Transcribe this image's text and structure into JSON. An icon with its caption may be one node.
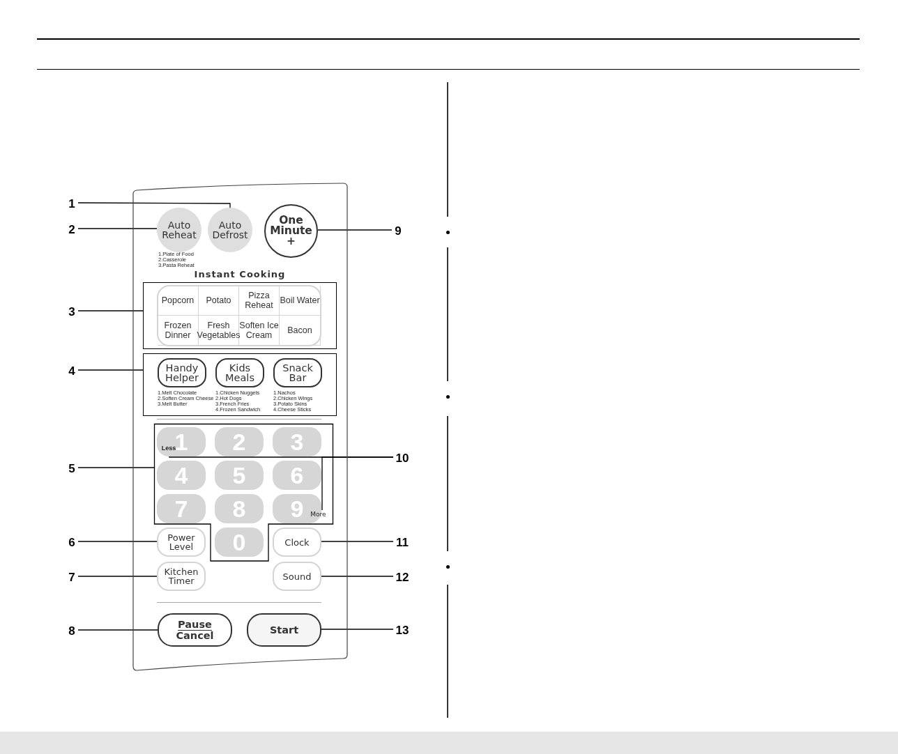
{
  "diagram": {
    "nodes": [
      {
        "text": [],
        "shape": "box"
      },
      {
        "text": [
          "Auto Reheat"
        ],
        "in": 0,
        "beside": [
          "1.Plate of Food",
          "2.Casserole",
          "3.Pasta Reheat"
        ]
      },
      {
        "text": [
          "Auto Defrost"
        ],
        "in": 0
      },
      {
        "text": [
          "One Minute",
          "+"
        ],
        "in": 0
      },
      {
        "text": [
          "Instant Cooking"
        ],
        "in": 0
      },
      {
        "text": [
          "Popcorn"
        ],
        "in": 4
      },
      {
        "text": [
          "Potato"
        ],
        "in": 4
      },
      {
        "text": [
          "Pizza Reheat"
        ],
        "in": 4
      },
      {
        "text": [
          "Boil Water"
        ],
        "in": 4
      },
      {
        "text": [
          "Frozen Dinner"
        ],
        "in": 4
      },
      {
        "text": [
          "Fresh Vegetables"
        ],
        "in": 4
      },
      {
        "text": [
          "Soften Ice Cream"
        ],
        "in": 4
      },
      {
        "text": [
          "Bacon"
        ],
        "in": 4
      },
      {
        "text": [],
        "shape": "box",
        "in": 0
      },
      {
        "text": [
          "Handy Helper"
        ],
        "in": 13,
        "beside": [
          "1.Melt Chocolate",
          "2.Soften Cream Cheese",
          "3.Melt Butter"
        ]
      },
      {
        "text": [
          "Kids Meals"
        ],
        "in": 13,
        "beside": [
          "1.Chicken Nuggets",
          "2.Hot Dogs",
          "3.French Fries",
          "4.Frozen Sandwich"
        ]
      },
      {
        "text": [
          "Snack Bar"
        ],
        "in": 13,
        "beside": [
          "1.Nachos",
          "2.Chicken Wings",
          "3.Potato Skins",
          "4.Cheese Sticks"
        ]
      },
      {
        "text": [],
        "shape": "box",
        "in": 0
      },
      {
        "text": [
          "1"
        ],
        "in": 17
      },
      {
        "text": [
          "2"
        ],
        "in": 17
      },
      {
        "text": [
          "3"
        ],
        "in": 17
      },
      {
        "text": [
          "4"
        ],
        "in": 17
      },
      {
        "text": [
          "5"
        ],
        "in": 17
      },
      {
        "text": [
          "6"
        ],
        "in": 17
      },
      {
        "text": [
          "7"
        ],
        "in": 17
      },
      {
        "text": [
          "8"
        ],
        "in": 17
      },
      {
        "text": [
          "9"
        ],
        "in": 17
      },
      {
        "text": [
          "0"
        ],
        "in": 17
      },
      {
        "text": [
          "Less"
        ],
        "in": 18
      },
      {
        "text": [
          "More"
        ],
        "in": 17
      },
      {
        "text": [
          "Power Level"
        ],
        "in": 0
      },
      {
        "text": [
          "Clock"
        ],
        "in": 0
      },
      {
        "text": [
          "Kitchen Timer"
        ],
        "in": 0
      },
      {
        "text": [
          "Sound"
        ],
        "in": 0
      },
      {
        "text": [
          "Pause",
          "Cancel"
        ],
        "in": 0
      },
      {
        "text": [
          "Start"
        ],
        "in": 0
      },
      {
        "text": [
          "1"
        ]
      },
      {
        "text": [
          "2"
        ]
      },
      {
        "text": [
          "3"
        ]
      },
      {
        "text": [
          "4"
        ]
      },
      {
        "text": [
          "5"
        ]
      },
      {
        "text": [
          "6"
        ]
      },
      {
        "text": [
          "7"
        ]
      },
      {
        "text": [
          "8"
        ]
      },
      {
        "text": [
          "9"
        ]
      },
      {
        "text": [
          "10"
        ]
      },
      {
        "text": [
          "11"
        ]
      },
      {
        "text": [
          "12"
        ]
      },
      {
        "text": [
          "13"
        ]
      }
    ],
    "edges": [
      {
        "from": 36,
        "to": 2,
        "arrow": "none"
      },
      {
        "from": 37,
        "to": 1,
        "arrow": "none"
      },
      {
        "from": 38,
        "to": 4,
        "arrow": "none"
      },
      {
        "from": 39,
        "to": 13,
        "arrow": "none"
      },
      {
        "from": 40,
        "to": 17,
        "arrow": "none"
      },
      {
        "from": 41,
        "to": 30,
        "arrow": "none"
      },
      {
        "from": 42,
        "to": 32,
        "arrow": "none"
      },
      {
        "from": 43,
        "to": 34,
        "arrow": "none"
      },
      {
        "from": 44,
        "to": 3,
        "arrow": "none"
      },
      {
        "from": 45,
        "to": 28,
        "arrow": "none"
      },
      {
        "from": 45,
        "to": 29,
        "arrow": "none"
      },
      {
        "from": 46,
        "to": 31,
        "arrow": "none"
      },
      {
        "from": 47,
        "to": 33,
        "arrow": "none"
      },
      {
        "from": 48,
        "to": 35,
        "arrow": "none"
      }
    ]
  }
}
